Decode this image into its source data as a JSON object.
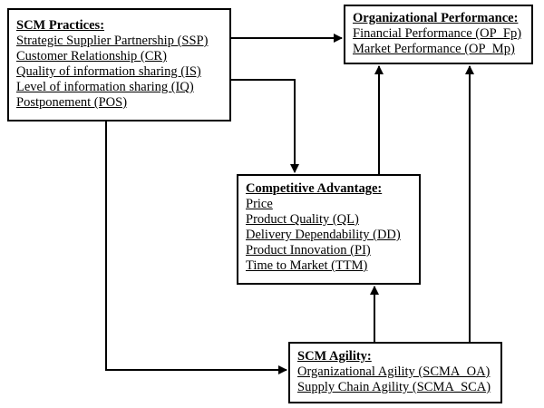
{
  "scm_practices": {
    "title": "SCM Practices:",
    "items": [
      "Strategic Supplier Partnership (SSP)",
      "Customer Relationship (CR)",
      "Quality of information sharing (IS)",
      "Level of information sharing (IQ)",
      "Postponement (POS)"
    ]
  },
  "organizational_performance": {
    "title": "Organizational Performance:",
    "items": [
      "Financial Performance (OP_Fp)",
      "Market Performance (OP_Mp)"
    ]
  },
  "competitive_advantage": {
    "title": "Competitive Advantage:",
    "items": [
      "Price",
      "Product Quality (QL)",
      "Delivery Dependability (DD)",
      "Product Innovation (PI)",
      "Time to Market (TTM)"
    ]
  },
  "scm_agility": {
    "title": "SCM Agility:",
    "items": [
      "Organizational Agility (SCMA_OA)",
      "Supply Chain Agility (SCMA_SCA)"
    ]
  },
  "colors": {
    "stroke": "#000000",
    "background": "#ffffff"
  }
}
